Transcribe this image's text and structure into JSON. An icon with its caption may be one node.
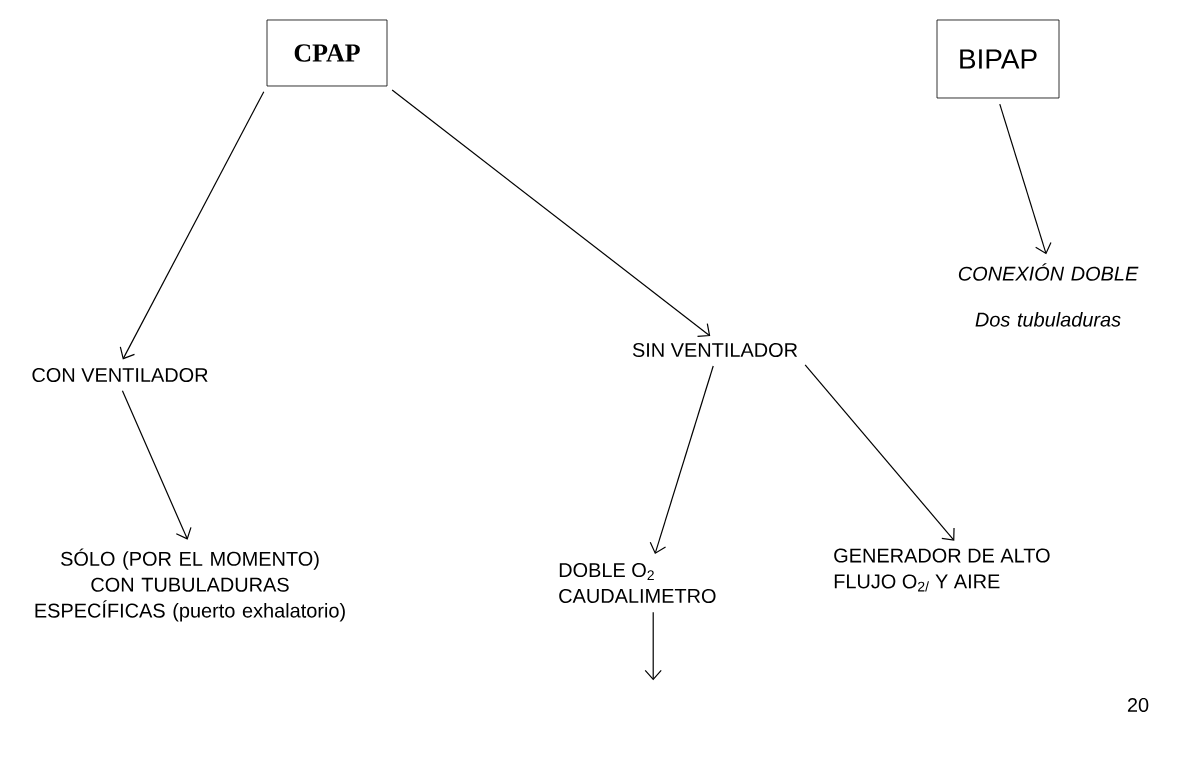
{
  "diagram": {
    "nodes": [
      {
        "text": [
          "CPAP"
        ]
      },
      {
        "text": [
          "BIPAP"
        ]
      },
      {
        "text": [
          "CON VENTILADOR"
        ]
      },
      {
        "text": [
          "SIN VENTILADOR"
        ]
      },
      {
        "text": [
          "CONEXIÓN DOBLE",
          "Dos tubuladuras"
        ]
      },
      {
        "text": [
          "SÓLO (POR EL MOMENTO) CON TUBULADURAS ESPECÍFICAS (puerto exhalatorio)"
        ]
      },
      {
        "text": [
          "DOBLE O$_{2}$ CAUDALIMETRO"
        ]
      },
      {
        "text": [
          "GENERADOR DE ALTO FLUJO O$_{2/}$ Y AIRE"
        ]
      }
    ],
    "edges": [
      {
        "from": 0,
        "to": 2,
        "arrow": "to"
      },
      {
        "from": 0,
        "to": 3,
        "arrow": "to"
      },
      {
        "from": 1,
        "to": 4,
        "arrow": "to"
      },
      {
        "from": 2,
        "to": 5,
        "arrow": "to"
      },
      {
        "from": 3,
        "to": 6,
        "arrow": "to"
      },
      {
        "from": 3,
        "to": 7,
        "arrow": "to"
      },
      {
        "from": 6,
        "to": null,
        "arrow": "to"
      }
    ],
    "labels": [
      "20"
    ]
  }
}
